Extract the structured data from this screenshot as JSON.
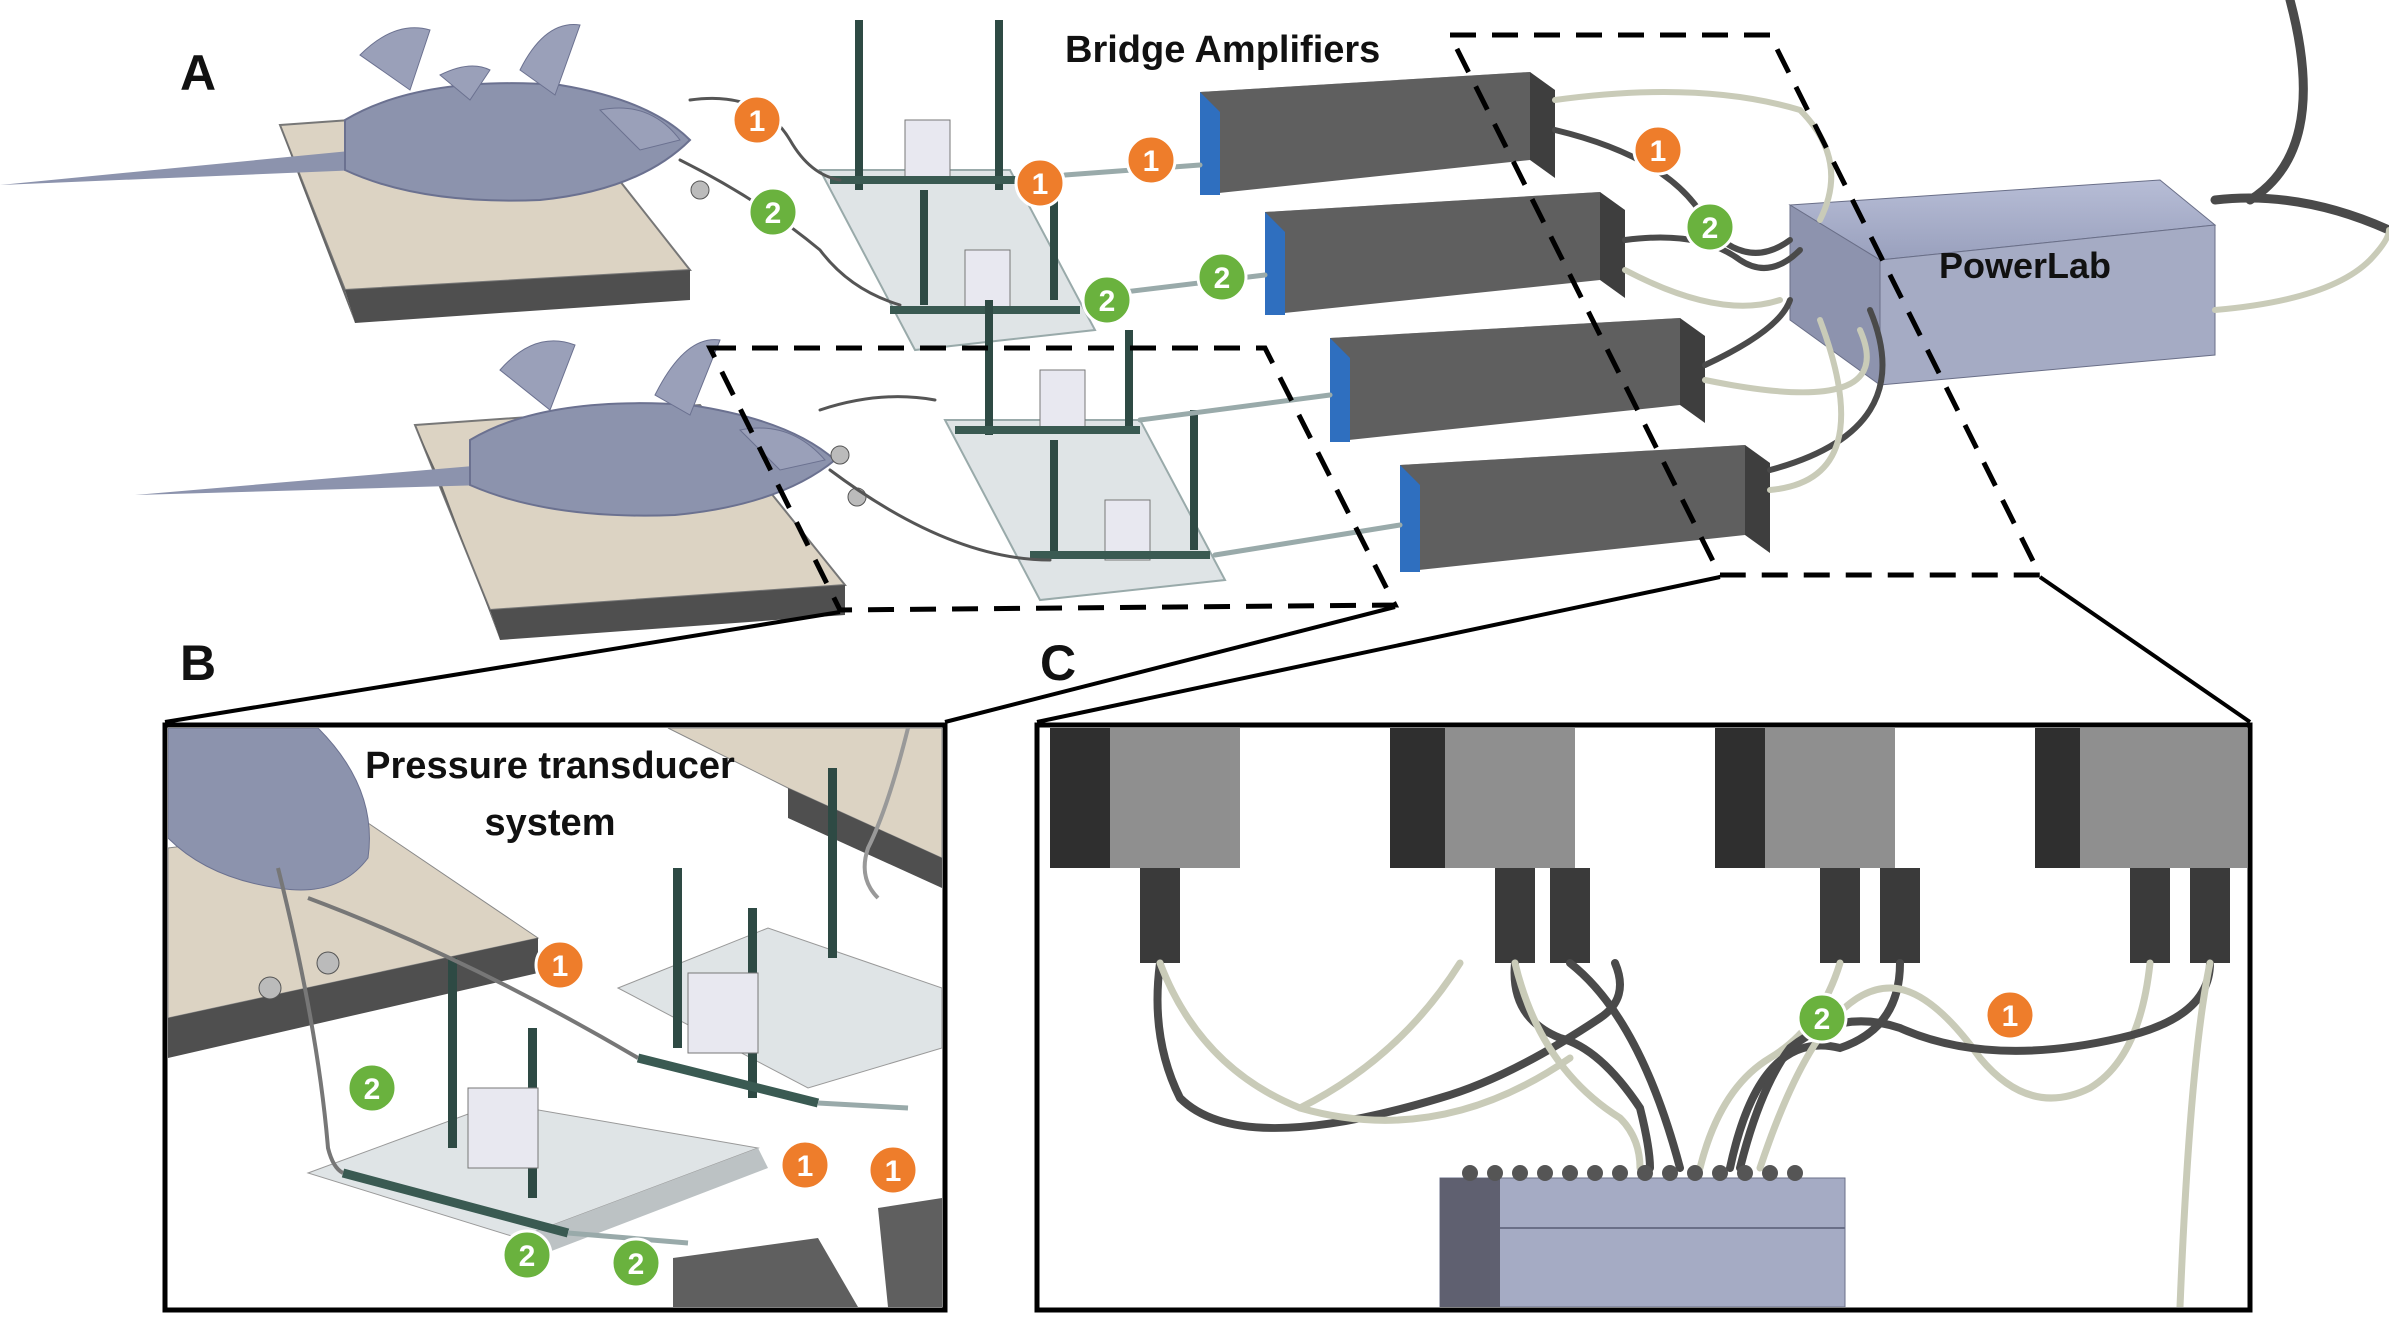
{
  "figure": {
    "panel_labels": {
      "a": "A",
      "b": "B",
      "c": "C"
    },
    "titles": {
      "bridge_amplifiers": "Bridge Amplifiers",
      "powerlab": "PowerLab",
      "pressure_transducer_line1": "Pressure transducer",
      "pressure_transducer_line2": "system"
    },
    "markers": {
      "channel_1": "1",
      "channel_2": "2"
    },
    "colors": {
      "channel_1": "#ee7d2b",
      "channel_2": "#6ab23e",
      "amplifier_body": "#5f5f5f",
      "amplifier_port": "#2f6fbf",
      "powerlab_body": "#a5abc4",
      "platform_top": "#dcd3c3",
      "platform_side": "#4f4f4f",
      "animal": "#8c93ad",
      "transducer_board": "#dfe4e6",
      "cable_grey": "#4a4a4a",
      "cable_light": "#c9cbb8",
      "dashed_frame": "#000000"
    },
    "icons": [
      "rat-model",
      "surgical-platform",
      "pressure-transducer",
      "syringe",
      "bridge-amplifier",
      "powerlab-unit",
      "cable",
      "connector"
    ]
  }
}
